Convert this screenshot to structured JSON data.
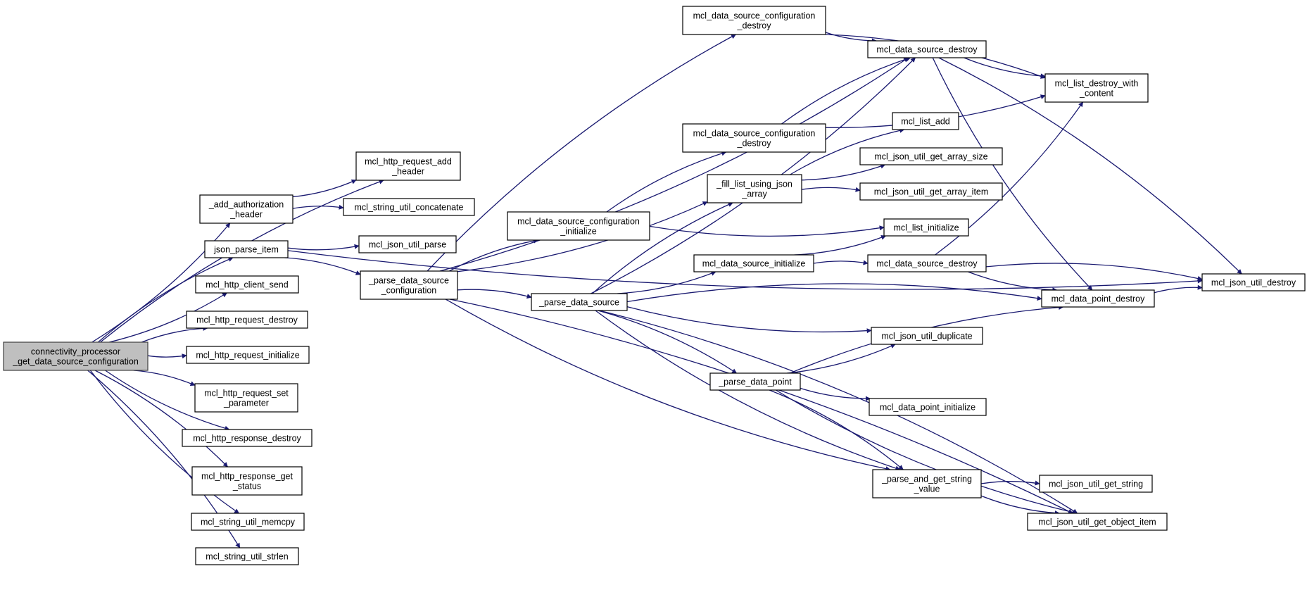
{
  "diagram": {
    "type": "call-graph",
    "colors": {
      "edge": "#191970",
      "node_border": "#000000",
      "root_fill": "#bfbfbf",
      "node_fill": "#ffffff"
    },
    "nodes": [
      {
        "id": "root",
        "lines": [
          "connectivity_processor",
          "_get_data_source_configuration"
        ]
      },
      {
        "id": "add_auth",
        "lines": [
          "_add_authorization",
          "_header"
        ]
      },
      {
        "id": "http_add_header",
        "lines": [
          "mcl_http_request_add",
          "_header"
        ]
      },
      {
        "id": "str_concat",
        "lines": [
          "mcl_string_util_concatenate"
        ]
      },
      {
        "id": "json_parse_item",
        "lines": [
          "json_parse_item"
        ]
      },
      {
        "id": "json_util_parse",
        "lines": [
          "mcl_json_util_parse"
        ]
      },
      {
        "id": "http_client_send",
        "lines": [
          "mcl_http_client_send"
        ]
      },
      {
        "id": "http_req_destroy",
        "lines": [
          "mcl_http_request_destroy"
        ]
      },
      {
        "id": "http_req_init",
        "lines": [
          "mcl_http_request_initialize"
        ]
      },
      {
        "id": "http_req_set_param",
        "lines": [
          "mcl_http_request_set",
          "_parameter"
        ]
      },
      {
        "id": "http_resp_destroy",
        "lines": [
          "mcl_http_response_destroy"
        ]
      },
      {
        "id": "http_resp_get_status",
        "lines": [
          "mcl_http_response_get",
          "_status"
        ]
      },
      {
        "id": "str_memcpy",
        "lines": [
          "mcl_string_util_memcpy"
        ]
      },
      {
        "id": "str_strlen",
        "lines": [
          "mcl_string_util_strlen"
        ]
      },
      {
        "id": "parse_dsc",
        "lines": [
          "_parse_data_source",
          "_configuration"
        ]
      },
      {
        "id": "dsc_destroy_top",
        "lines": [
          "mcl_data_source_configuration",
          "_destroy"
        ]
      },
      {
        "id": "ds_destroy_top",
        "lines": [
          "mcl_data_source_destroy"
        ]
      },
      {
        "id": "list_destroy_wc",
        "lines": [
          "mcl_list_destroy_with",
          "_content"
        ]
      },
      {
        "id": "dsc_destroy_mid",
        "lines": [
          "mcl_data_source_configuration",
          "_destroy"
        ]
      },
      {
        "id": "list_add",
        "lines": [
          "mcl_list_add"
        ]
      },
      {
        "id": "fill_list",
        "lines": [
          "_fill_list_using_json",
          "_array"
        ]
      },
      {
        "id": "json_arr_size",
        "lines": [
          "mcl_json_util_get_array_size"
        ]
      },
      {
        "id": "json_arr_item",
        "lines": [
          "mcl_json_util_get_array_item"
        ]
      },
      {
        "id": "dsc_init",
        "lines": [
          "mcl_data_source_configuration",
          "_initialize"
        ]
      },
      {
        "id": "list_init",
        "lines": [
          "mcl_list_initialize"
        ]
      },
      {
        "id": "ds_init",
        "lines": [
          "mcl_data_source_initialize"
        ]
      },
      {
        "id": "ds_destroy_mid",
        "lines": [
          "mcl_data_source_destroy"
        ]
      },
      {
        "id": "json_destroy",
        "lines": [
          "mcl_json_util_destroy"
        ]
      },
      {
        "id": "parse_ds",
        "lines": [
          "_parse_data_source"
        ]
      },
      {
        "id": "dp_destroy",
        "lines": [
          "mcl_data_point_destroy"
        ]
      },
      {
        "id": "json_dup",
        "lines": [
          "mcl_json_util_duplicate"
        ]
      },
      {
        "id": "parse_dp",
        "lines": [
          "_parse_data_point"
        ]
      },
      {
        "id": "dp_init",
        "lines": [
          "mcl_data_point_initialize"
        ]
      },
      {
        "id": "parse_get_str",
        "lines": [
          "_parse_and_get_string",
          "_value"
        ]
      },
      {
        "id": "json_get_str",
        "lines": [
          "mcl_json_util_get_string"
        ]
      },
      {
        "id": "json_get_obj",
        "lines": [
          "mcl_json_util_get_object_item"
        ]
      }
    ],
    "edges": [
      [
        "root",
        "http_add_header"
      ],
      [
        "root",
        "add_auth"
      ],
      [
        "root",
        "json_parse_item"
      ],
      [
        "root",
        "http_client_send"
      ],
      [
        "root",
        "http_req_destroy"
      ],
      [
        "root",
        "http_req_init"
      ],
      [
        "root",
        "http_req_set_param"
      ],
      [
        "root",
        "http_resp_destroy"
      ],
      [
        "root",
        "http_resp_get_status"
      ],
      [
        "root",
        "str_memcpy"
      ],
      [
        "root",
        "str_strlen"
      ],
      [
        "add_auth",
        "http_add_header"
      ],
      [
        "add_auth",
        "str_concat"
      ],
      [
        "json_parse_item",
        "json_util_parse"
      ],
      [
        "json_parse_item",
        "parse_dsc"
      ],
      [
        "json_parse_item",
        "json_destroy"
      ],
      [
        "parse_dsc",
        "dsc_destroy_top"
      ],
      [
        "parse_dsc",
        "ds_destroy_top"
      ],
      [
        "parse_dsc",
        "dsc_init"
      ],
      [
        "parse_dsc",
        "fill_list"
      ],
      [
        "parse_dsc",
        "parse_ds"
      ],
      [
        "parse_dsc",
        "parse_get_str"
      ],
      [
        "parse_dsc",
        "json_get_obj"
      ],
      [
        "dsc_destroy_top",
        "ds_destroy_top"
      ],
      [
        "dsc_destroy_top",
        "list_destroy_wc"
      ],
      [
        "ds_destroy_top",
        "list_destroy_wc"
      ],
      [
        "ds_destroy_top",
        "json_destroy"
      ],
      [
        "ds_destroy_top",
        "dp_destroy"
      ],
      [
        "dsc_destroy_mid",
        "ds_destroy_top"
      ],
      [
        "dsc_destroy_mid",
        "list_destroy_wc"
      ],
      [
        "dsc_init",
        "dsc_destroy_mid"
      ],
      [
        "dsc_init",
        "list_init"
      ],
      [
        "fill_list",
        "list_add"
      ],
      [
        "fill_list",
        "json_arr_size"
      ],
      [
        "fill_list",
        "json_arr_item"
      ],
      [
        "parse_ds",
        "ds_destroy_top"
      ],
      [
        "parse_ds",
        "fill_list"
      ],
      [
        "parse_ds",
        "ds_init"
      ],
      [
        "parse_ds",
        "dp_destroy"
      ],
      [
        "parse_ds",
        "json_dup"
      ],
      [
        "parse_ds",
        "parse_dp"
      ],
      [
        "parse_ds",
        "parse_get_str"
      ],
      [
        "parse_ds",
        "json_get_obj"
      ],
      [
        "ds_init",
        "list_init"
      ],
      [
        "ds_init",
        "ds_destroy_mid"
      ],
      [
        "ds_destroy_mid",
        "list_destroy_wc"
      ],
      [
        "ds_destroy_mid",
        "json_destroy"
      ],
      [
        "ds_destroy_mid",
        "dp_destroy"
      ],
      [
        "dp_destroy",
        "json_destroy"
      ],
      [
        "parse_dp",
        "json_dup"
      ],
      [
        "parse_dp",
        "dp_destroy"
      ],
      [
        "parse_dp",
        "dp_init"
      ],
      [
        "parse_dp",
        "parse_get_str"
      ],
      [
        "parse_dp",
        "json_get_obj"
      ],
      [
        "parse_get_str",
        "json_get_str"
      ],
      [
        "parse_get_str",
        "json_get_obj"
      ]
    ]
  }
}
